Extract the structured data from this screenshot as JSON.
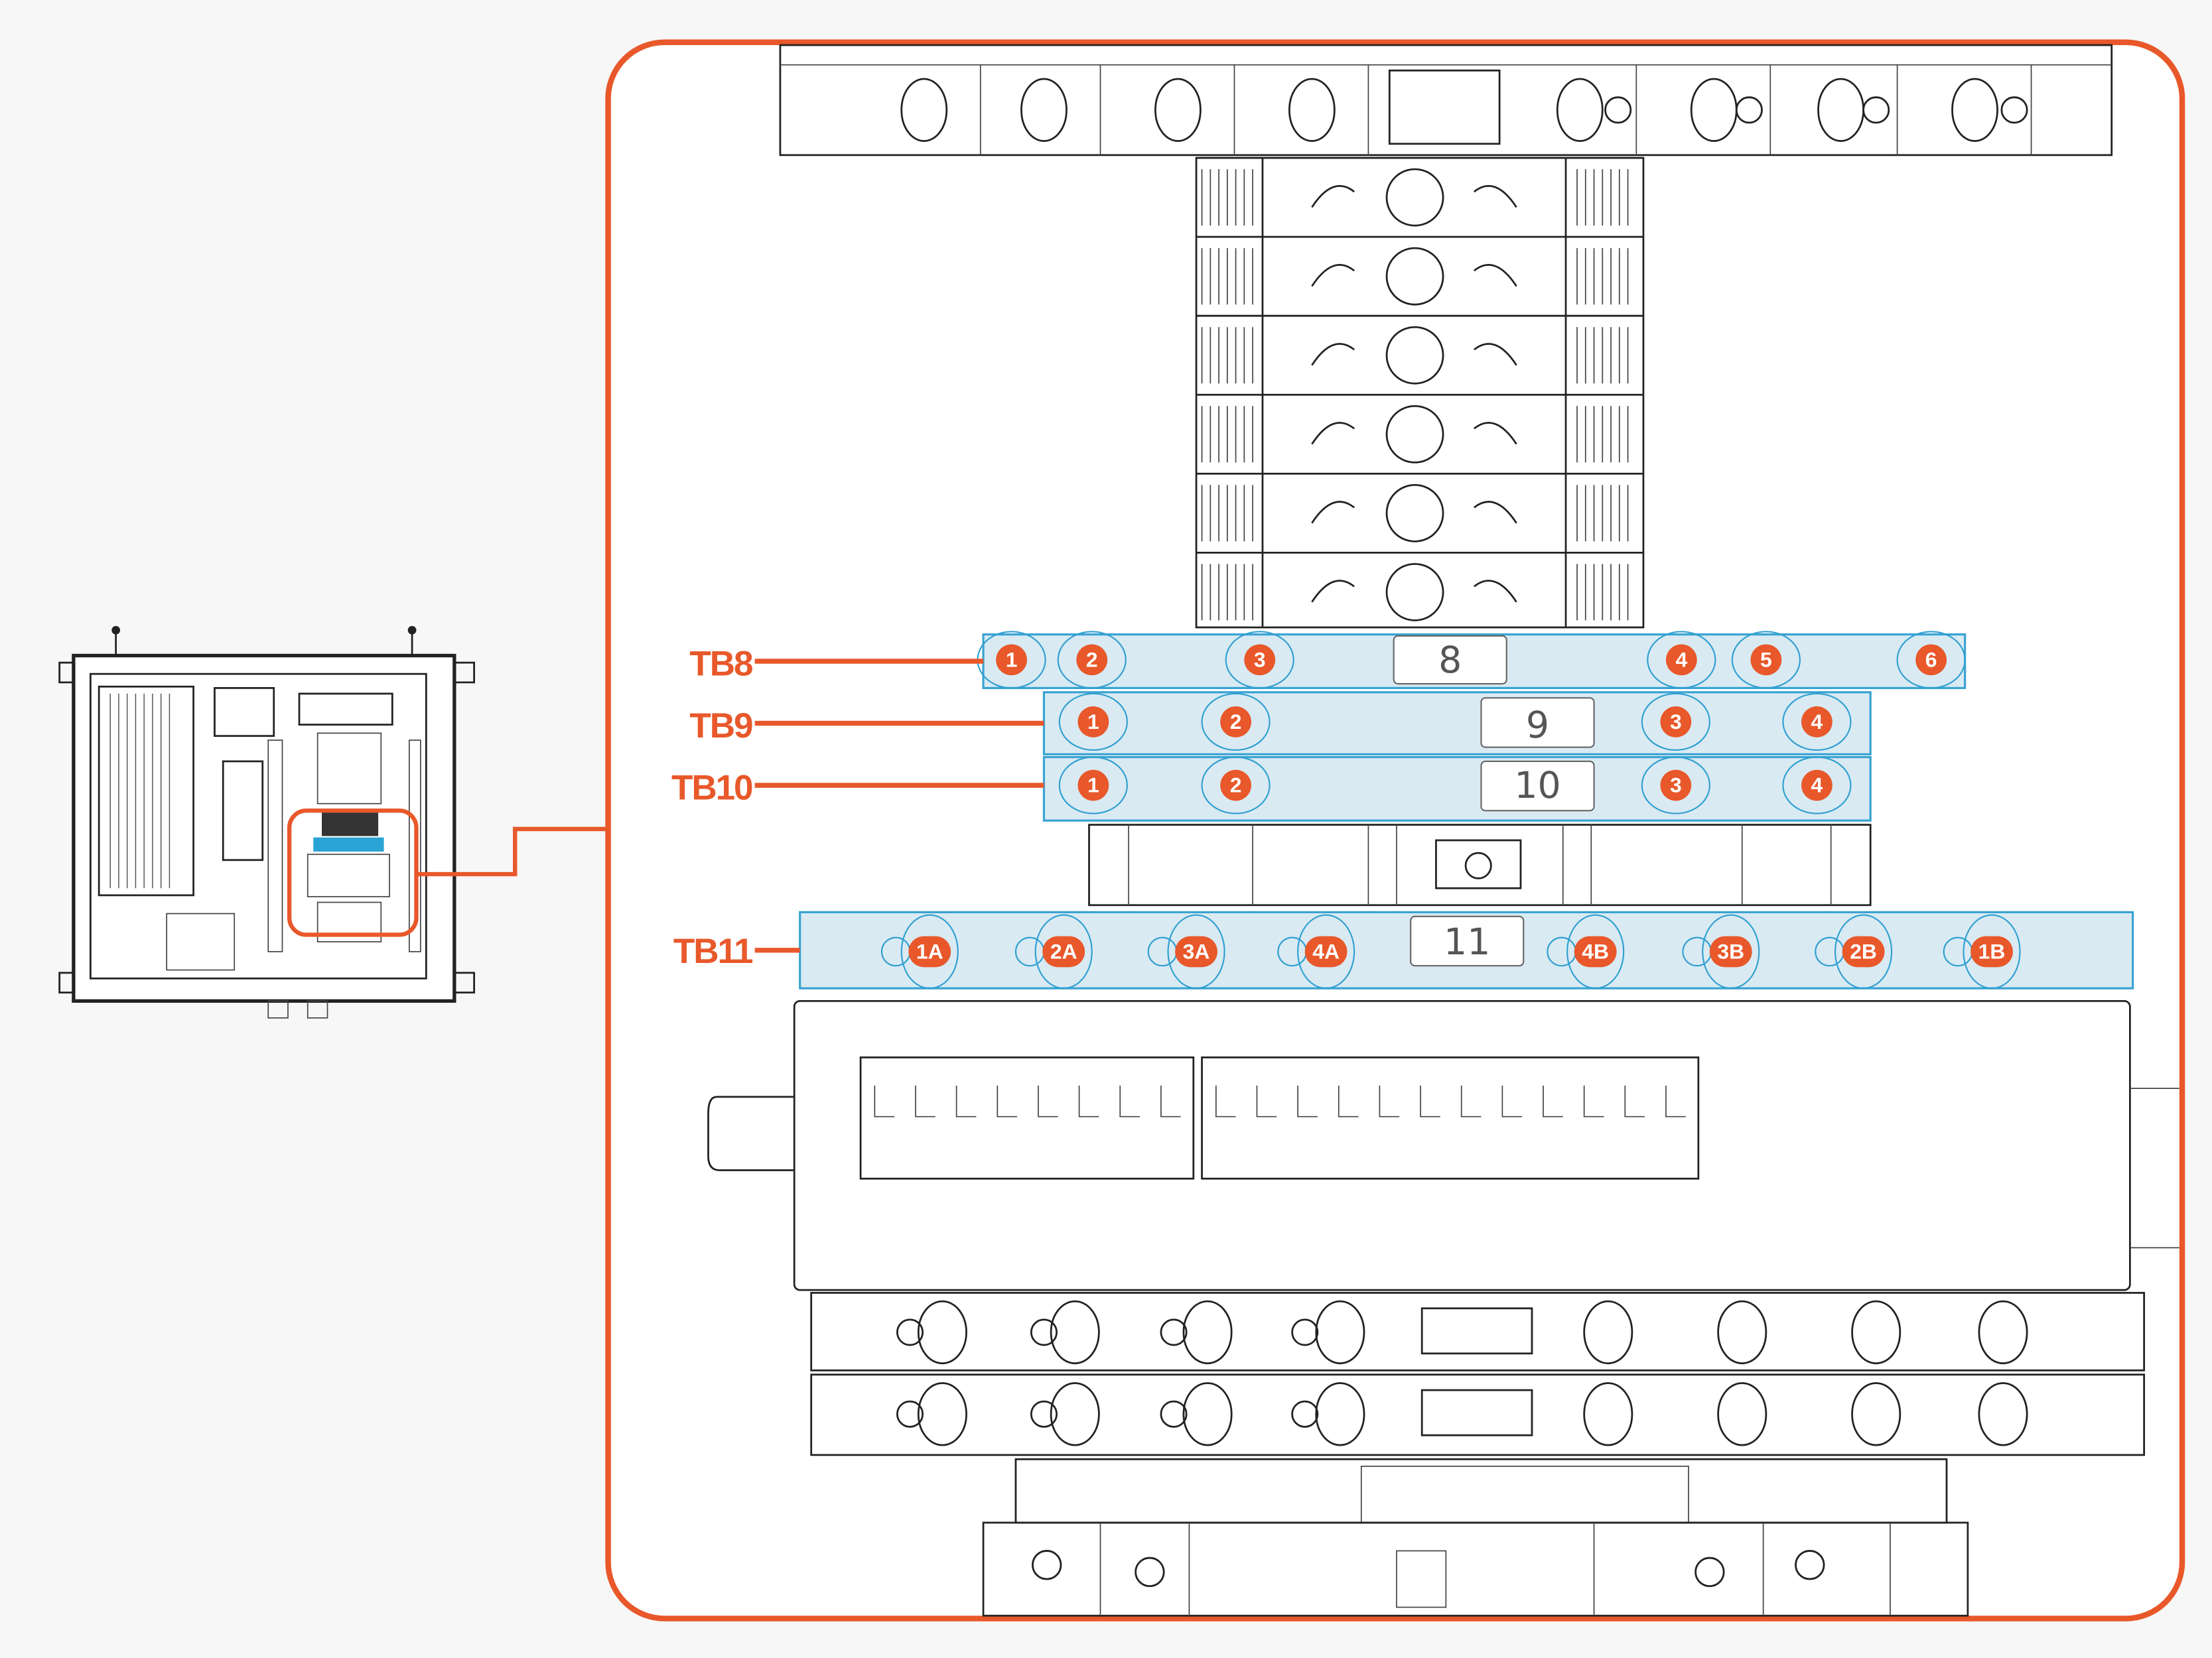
{
  "callouts": {
    "tb8": {
      "label": "TB8",
      "block_number": "8",
      "terminals": [
        "1",
        "2",
        "3",
        "4",
        "5",
        "6"
      ]
    },
    "tb9": {
      "label": "TB9",
      "block_number": "9",
      "terminals": [
        "1",
        "2",
        "3",
        "4"
      ]
    },
    "tb10": {
      "label": "TB10",
      "block_number": "10",
      "terminals": [
        "1",
        "2",
        "3",
        "4"
      ]
    },
    "tb11": {
      "label": "TB11",
      "block_number": "11",
      "terminals": [
        "1A",
        "2A",
        "3A",
        "4A",
        "4B",
        "3B",
        "2B",
        "1B"
      ]
    }
  },
  "colors": {
    "accent": "#e8582a",
    "highlight_fill": "#d7e9f3",
    "highlight_stroke": "#2f9fd0"
  }
}
